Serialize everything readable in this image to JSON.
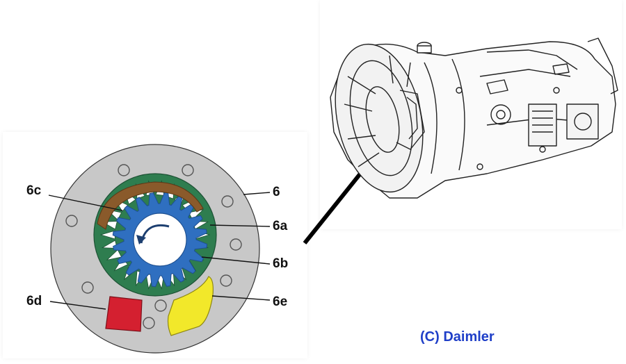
{
  "labels": {
    "pump_body": "6",
    "crescent": "6c",
    "outer_gear": "6a",
    "inner_gear": "6b",
    "suction_port": "6d",
    "pressure_port": "6e"
  },
  "credit": "(C) Daimler",
  "colors": {
    "pump_body": "#c8c8c8",
    "outer_gear": "#2e7d4f",
    "inner_gear": "#2f6fc0",
    "crescent": "#8a5a2b",
    "suction_port": "#d42030",
    "pressure_port": "#f2e82a",
    "credit_text": "#1f3fc8"
  }
}
